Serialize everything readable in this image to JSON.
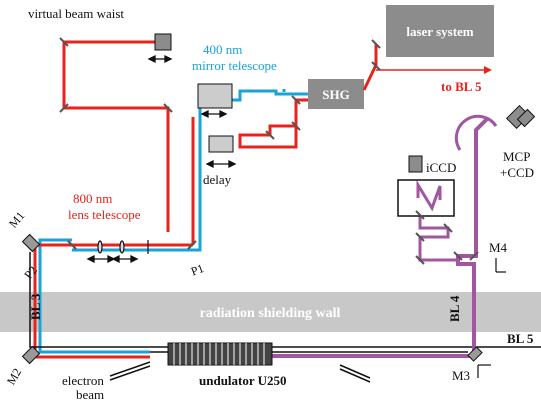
{
  "labels": {
    "virtual_beam_waist": "virtual beam waist",
    "laser_system": "laser system",
    "to_bl5": "to BL 5",
    "telescope_400_line1": "400 nm",
    "telescope_400_line2": "mirror telescope",
    "shg": "SHG",
    "delay": "delay",
    "icc": "iCCD",
    "mcp_line1": "MCP",
    "mcp_line2": "+CCD",
    "lens_800_line1": "800 nm",
    "lens_800_line2": "lens telescope",
    "m1": "M1",
    "m2": "M2",
    "m3": "M3",
    "m4": "M4",
    "p1": "P1",
    "p2": "P2",
    "bl3": "BL 3",
    "bl4": "BL 4",
    "bl5": "BL 5",
    "wall": "radiation shielding wall",
    "electron_line1": "electron",
    "electron_line2": "beam",
    "undulator": "undulator  U250"
  },
  "colors": {
    "red_beam": "#e8231c",
    "blue_beam": "#1aa3d6",
    "purple_beam": "#a0579f",
    "box_gray": "#8c8c8c",
    "wall_gray": "#c8c8c8"
  }
}
